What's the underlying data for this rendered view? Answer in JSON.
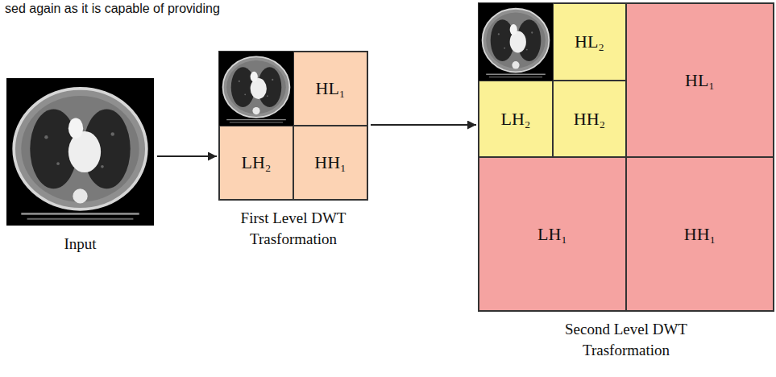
{
  "diagram": {
    "nodes": [
      {
        "text": [
          "Input"
        ]
      },
      {
        "text": [
          "First Level DWT Trasformation"
        ]
      },
      {
        "text": [
          "HL₁"
        ],
        "in": 1
      },
      {
        "text": [
          "LH₂"
        ],
        "in": 1
      },
      {
        "text": [
          "HH₁"
        ],
        "in": 1
      },
      {
        "text": [
          "Second Level DWT Trasformation"
        ]
      },
      {
        "text": [
          "HL₂"
        ],
        "in": 5
      },
      {
        "text": [
          "LH₂"
        ],
        "in": 5
      },
      {
        "text": [
          "HH₂"
        ],
        "in": 5
      },
      {
        "text": [
          "HL₁"
        ],
        "in": 5
      },
      {
        "text": [
          "LH₁"
        ],
        "in": 5
      },
      {
        "text": [
          "HH₁"
        ],
        "in": 5
      }
    ],
    "edges": [
      {
        "from": 0,
        "to": 1,
        "arrow": "to"
      },
      {
        "from": 1,
        "to": 5,
        "arrow": "to"
      }
    ],
    "labels": [
      "sed again as it is capable of providing"
    ]
  }
}
